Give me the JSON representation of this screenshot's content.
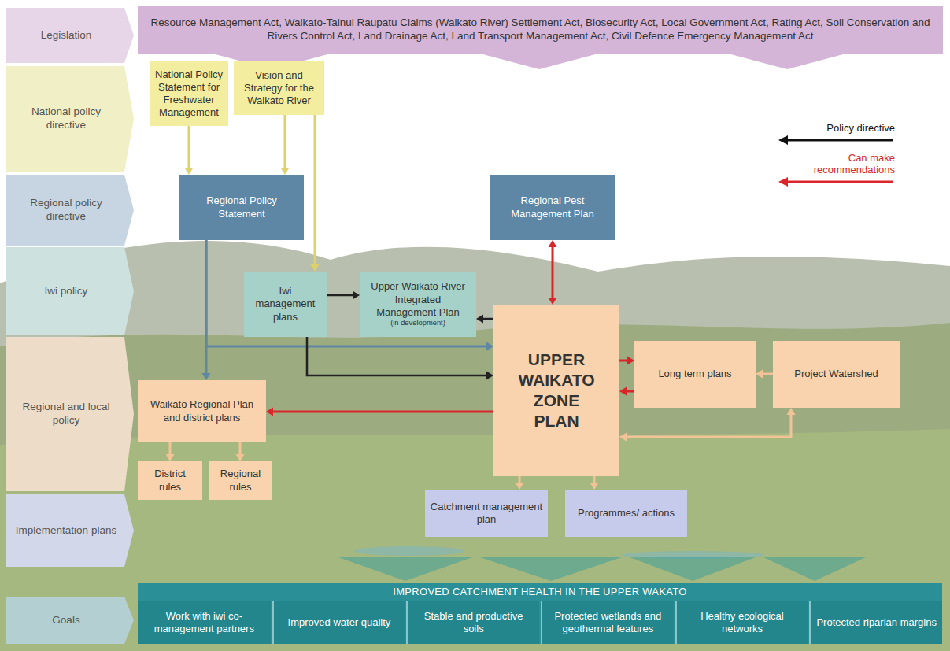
{
  "diagram": {
    "nodes": [
      {
        "text": [
          "Legislation"
        ]
      },
      {
        "text": [
          "Resource Management Act, Waikato-Tainui Raupatu Claims (Waikato River) Settlement Act, Biosecurity Act, Local Government Act, Rating Act, Soil Conservation and Rivers Control Act, Land Drainage Act, Land Transport Management Act, Civil Defence Emergency Management Act"
        ]
      },
      {
        "text": [
          "National policy directive"
        ]
      },
      {
        "text": [
          "National Policy Statement for Freshwater Management"
        ]
      },
      {
        "text": [
          "Vision and Strategy for the Waikato River"
        ]
      },
      {
        "text": [
          "Regional policy directive"
        ]
      },
      {
        "text": [
          "Regional Policy Statement"
        ]
      },
      {
        "text": [
          "Regional Pest Management Plan"
        ]
      },
      {
        "text": [
          "Iwi policy"
        ]
      },
      {
        "text": [
          "Iwi management plans"
        ]
      },
      {
        "text": [
          "Upper Waikato River Integrated Management Plan",
          "(in development)"
        ]
      },
      {
        "text": [
          "Regional and local policy"
        ]
      },
      {
        "text": [
          "UPPER WAIKATO ZONE PLAN"
        ]
      },
      {
        "text": [
          "Long term plans"
        ]
      },
      {
        "text": [
          "Project Watershed"
        ]
      },
      {
        "text": [
          "Waikato Regional Plan and district plans"
        ]
      },
      {
        "text": [
          "District rules"
        ]
      },
      {
        "text": [
          "Regional rules"
        ]
      },
      {
        "text": [
          "Implementation plans"
        ]
      },
      {
        "text": [
          "Catchment management plan"
        ]
      },
      {
        "text": [
          "Programmes/ actions"
        ]
      },
      {
        "text": [
          "Goals"
        ]
      },
      {
        "text": [
          "IMPROVED CATCHMENT HEALTH IN THE UPPER WAKATO"
        ]
      },
      {
        "text": [
          "Work with iwi co-management partners"
        ],
        "in": 22
      },
      {
        "text": [
          "Improved water quality"
        ],
        "in": 22
      },
      {
        "text": [
          "Stable and productive soils"
        ],
        "in": 22
      },
      {
        "text": [
          "Protected wetlands and geothermal features"
        ],
        "in": 22
      },
      {
        "text": [
          "Healthy ecological networks"
        ],
        "in": 22
      },
      {
        "text": [
          "Protected riparian margins"
        ],
        "in": 22
      }
    ],
    "edges": [
      {
        "from": 3,
        "to": 6,
        "arrow": "to"
      },
      {
        "from": 4,
        "to": 6,
        "arrow": "to"
      },
      {
        "from": 4,
        "to": 9,
        "arrow": "to"
      },
      {
        "from": 6,
        "to": 15,
        "arrow": "to"
      },
      {
        "from": 6,
        "to": 12,
        "arrow": "to"
      },
      {
        "from": 9,
        "to": 10,
        "arrow": "to"
      },
      {
        "from": 9,
        "to": 12,
        "arrow": "to"
      },
      {
        "from": 12,
        "to": 10,
        "arrow": "to"
      },
      {
        "from": 7,
        "to": 12,
        "arrow": "both"
      },
      {
        "from": 12,
        "to": 15,
        "arrow": "to"
      },
      {
        "from": 12,
        "to": 13,
        "arrow": "to"
      },
      {
        "from": 13,
        "to": 12,
        "arrow": "to"
      },
      {
        "from": 14,
        "to": 13,
        "arrow": "to"
      },
      {
        "from": 14,
        "to": 12,
        "arrow": "both"
      },
      {
        "from": 15,
        "to": 16,
        "arrow": "to"
      },
      {
        "from": 15,
        "to": 17,
        "arrow": "to"
      },
      {
        "from": 12,
        "to": 19,
        "arrow": "to"
      },
      {
        "from": 12,
        "to": 20,
        "arrow": "to"
      }
    ],
    "legend": [
      {
        "text": "Policy directive"
      },
      {
        "text": "Can make recommendations"
      }
    ]
  }
}
